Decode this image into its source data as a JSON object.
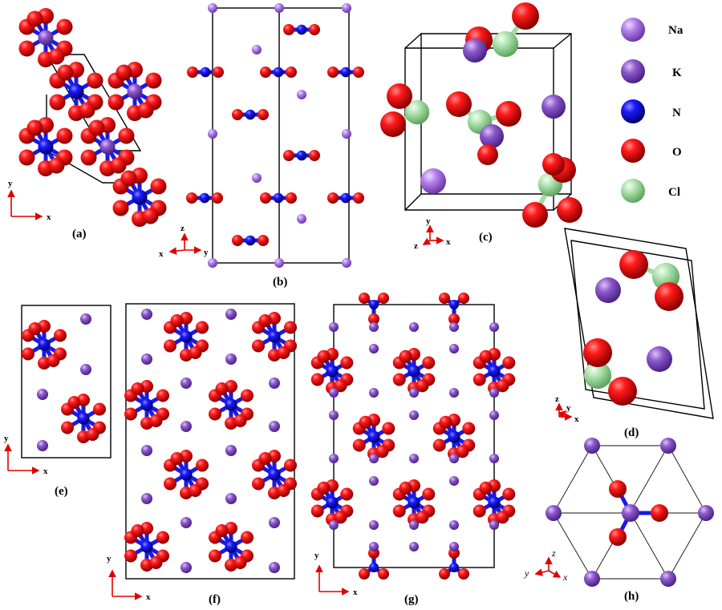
{
  "legend": {
    "items": [
      {
        "label": "Na",
        "color": "#b07fe6"
      },
      {
        "label": "K",
        "color": "#8a55c8"
      },
      {
        "label": "N",
        "color": "#1818d8"
      },
      {
        "label": "O",
        "color": "#e00000"
      },
      {
        "label": "Cl",
        "color": "#a8e0a8"
      }
    ]
  },
  "panels": {
    "a": {
      "label": "(a)",
      "axes": {
        "x": "x",
        "y": "y"
      }
    },
    "b": {
      "label": "(b)",
      "axes": {
        "x": "x",
        "y": "y",
        "z": "z"
      }
    },
    "c": {
      "label": "(c)",
      "axes": {
        "x": "x",
        "y": "y",
        "z": "z"
      }
    },
    "d": {
      "label": "(d)",
      "axes": {
        "x": "x",
        "y": "y",
        "z": "z"
      }
    },
    "e": {
      "label": "(e)",
      "axes": {
        "x": "x",
        "y": "y"
      }
    },
    "f": {
      "label": "(f)",
      "axes": {
        "x": "x",
        "y": "y"
      }
    },
    "g": {
      "label": "(g)",
      "axes": {
        "x": "x",
        "y": "y"
      }
    },
    "h": {
      "label": "(h)",
      "axes": {
        "x": "x",
        "y": "y",
        "z": "z"
      }
    }
  },
  "colors": {
    "na": "#b07fe6",
    "k": "#8a55c8",
    "n": "#1818d8",
    "o": "#e00000",
    "cl": "#a8e0a8",
    "axis": "#e00000"
  }
}
